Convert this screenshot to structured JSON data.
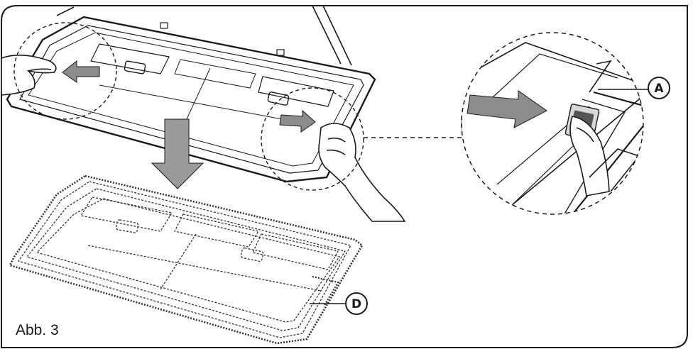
{
  "figure": {
    "label": "Abb. 3",
    "callouts": {
      "a": "A",
      "d": "D"
    }
  },
  "colors": {
    "line": "#1a1a1a",
    "arrow_fill": "#8c8c8c",
    "arrow_big_fill": "#9a9a9a",
    "dashed_outline": "#333333"
  }
}
